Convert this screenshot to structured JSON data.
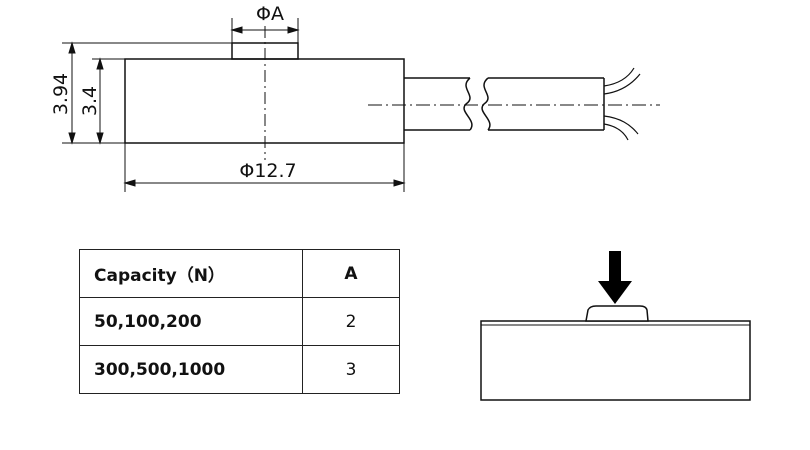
{
  "dimensions": {
    "top_diameter": "ΦA",
    "total_height": "3.94",
    "body_height": "3.4",
    "body_diameter": "Φ12.7"
  },
  "table": {
    "headers": [
      "Capacity（N）",
      "A"
    ],
    "rows": [
      {
        "capacity": "50,100,200",
        "a": "2"
      },
      {
        "capacity": "300,500,1000",
        "a": "3"
      }
    ]
  },
  "colors": {
    "line": "#111111",
    "background": "#ffffff"
  }
}
